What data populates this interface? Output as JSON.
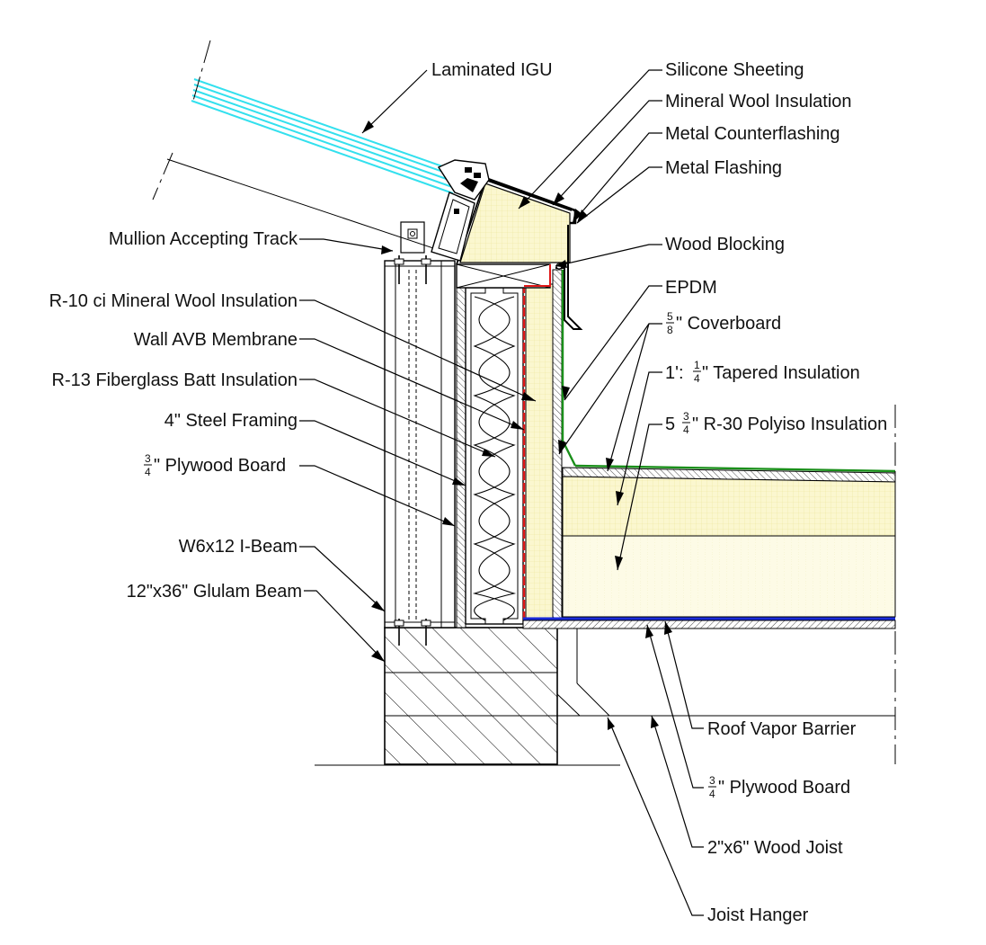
{
  "labels": {
    "laminated_igu": "Laminated IGU",
    "silicone_sheeting": "Silicone Sheeting",
    "mineral_wool_insulation": "Mineral Wool Insulation",
    "metal_counterflashing": "Metal Counterflashing",
    "metal_flashing": "Metal Flashing",
    "wood_blocking": "Wood Blocking",
    "epdm": "EPDM",
    "coverboard_num": "5",
    "coverboard_den": "8",
    "coverboard_text": "\" Coverboard",
    "tapered_pre": "1':",
    "tapered_num": "1",
    "tapered_den": "4",
    "tapered_text": "\" Tapered Insulation",
    "polyiso_pre": "5",
    "polyiso_num": "3",
    "polyiso_den": "4",
    "polyiso_text": "\" R-30 Polyiso Insulation",
    "mullion_track": "Mullion Accepting Track",
    "r10_mineral_wool": "R-10 ci Mineral Wool Insulation",
    "wall_avb": "Wall AVB Membrane",
    "r13_batt": "R-13 Fiberglass Batt Insulation",
    "steel_framing": "4\" Steel Framing",
    "plywood_left_num": "3",
    "plywood_left_den": "4",
    "plywood_left_text": "\" Plywood Board",
    "ibeam": "W6x12 I-Beam",
    "glulam": "12\"x36\" Glulam Beam",
    "roof_vapor_barrier": "Roof Vapor Barrier",
    "plywood_right_num": "3",
    "plywood_right_den": "4",
    "plywood_right_text": "\" Plywood Board",
    "wood_joist": "2\"x6\" Wood Joist",
    "joist_hanger": "Joist Hanger"
  },
  "colors": {
    "glass": "#33e0ee",
    "insulation": "#fbf7cf",
    "insulation_grid": "#e9e296",
    "epdm": "#1a8f1a",
    "avb": "#e01818",
    "vapor_barrier": "#1a2bd8",
    "line": "#000000"
  }
}
